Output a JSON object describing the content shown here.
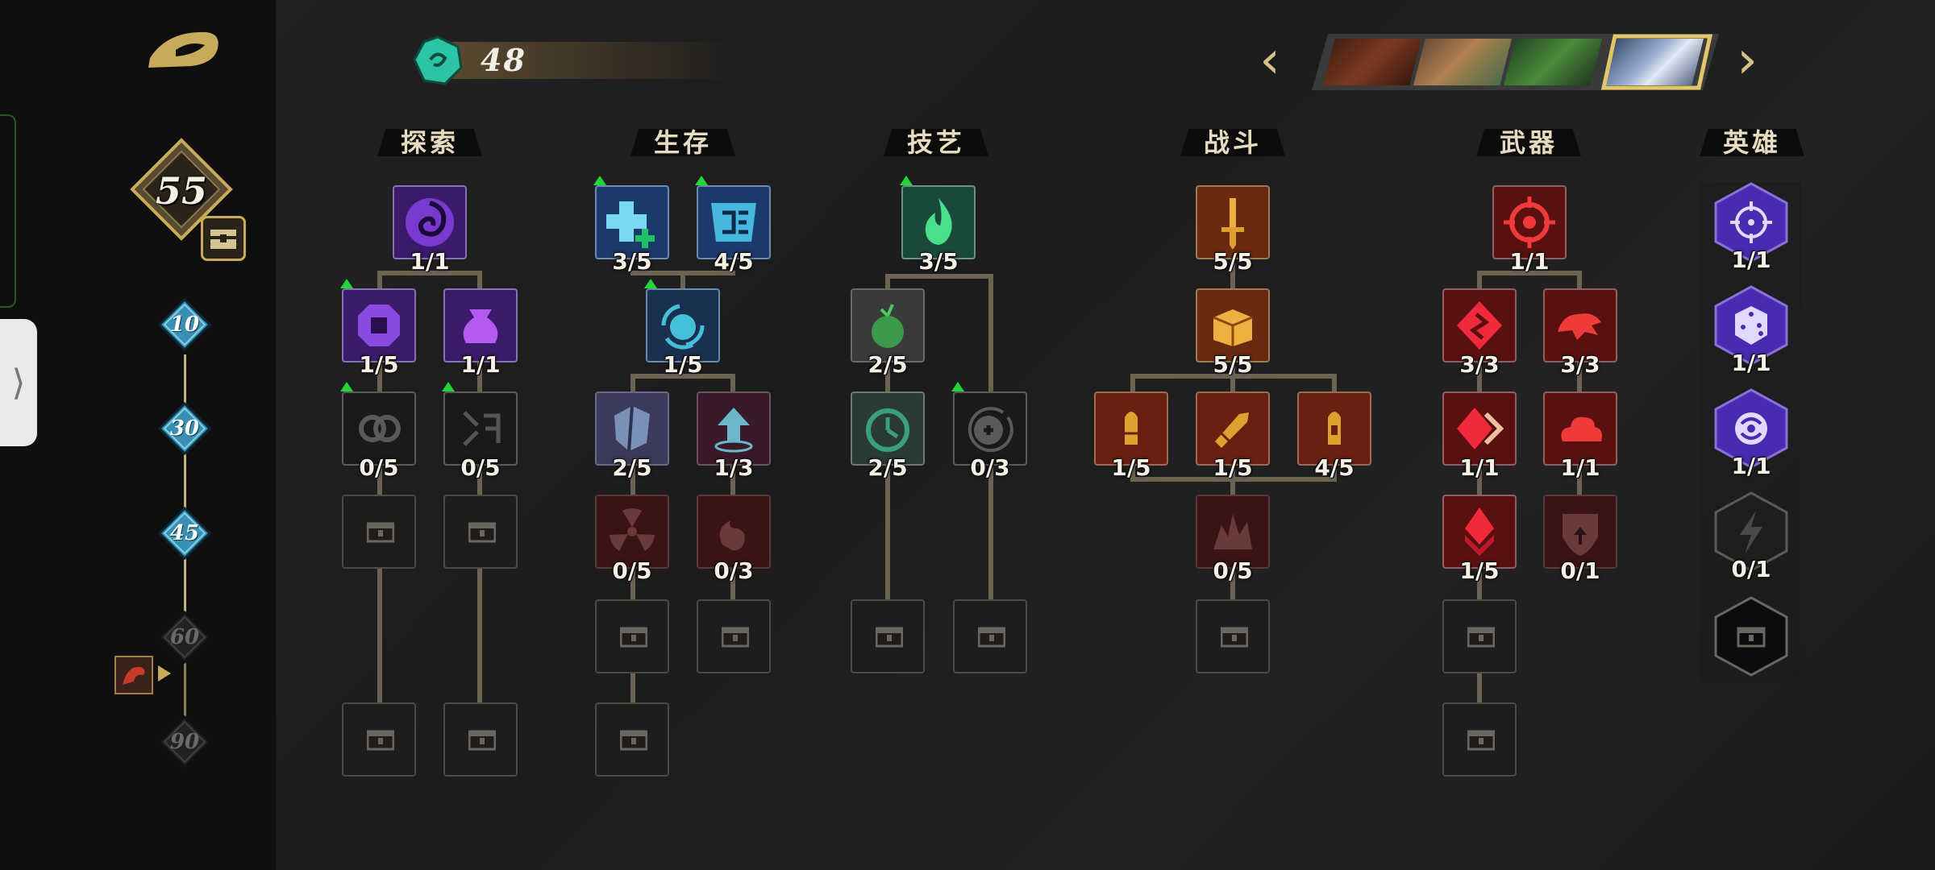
{
  "currency": {
    "icon": "teal-gem-icon",
    "amount": "48"
  },
  "player": {
    "level": "55"
  },
  "milestones": [
    {
      "value": "10",
      "state": "unlocked"
    },
    {
      "value": "30",
      "state": "unlocked"
    },
    {
      "value": "45",
      "state": "unlocked"
    },
    {
      "value": "60",
      "state": "locked"
    },
    {
      "value": "90",
      "state": "locked"
    }
  ],
  "heroes": [
    {
      "name": "bear-hero-portrait"
    },
    {
      "name": "cat-hero-portrait"
    },
    {
      "name": "frog-hero-portrait"
    },
    {
      "name": "tiger-hero-portrait",
      "selected": true
    }
  ],
  "categories": {
    "explore": "探索",
    "survive": "生存",
    "craft": "技艺",
    "combat": "战斗",
    "weapon": "武器",
    "hero": "英雄"
  },
  "talents": {
    "explore_root": "1/1",
    "explore_a": "1/5",
    "explore_b": "1/1",
    "explore_c": "0/5",
    "explore_d": "0/5",
    "survive_a": "3/5",
    "survive_b": "4/5",
    "survive_c": "1/5",
    "survive_d": "2/5",
    "survive_e": "1/3",
    "survive_f": "0/5",
    "survive_g": "0/3",
    "craft_root": "3/5",
    "craft_a": "2/5",
    "craft_b": "2/5",
    "craft_c": "0/3",
    "combat_root": "5/5",
    "combat_a": "5/5",
    "combat_b": "1/5",
    "combat_c": "1/5",
    "combat_d": "4/5",
    "combat_e": "0/5",
    "weapon_root": "1/1",
    "weapon_a": "3/3",
    "weapon_b": "3/3",
    "weapon_c": "1/1",
    "weapon_d": "1/1",
    "weapon_e": "1/5",
    "weapon_f": "0/1",
    "hero_a": "1/1",
    "hero_b": "1/1",
    "hero_c": "1/1",
    "hero_d": "0/1"
  },
  "colors": {
    "accent_gold": "#c9a95a",
    "upgrade_green": "#22d63a",
    "purple_node": "#5a2aa0",
    "blue_node": "#1f4e8a",
    "teal_node": "#1c5a4e",
    "orange_node": "#a0501a",
    "red_node": "#8a1a1a"
  }
}
